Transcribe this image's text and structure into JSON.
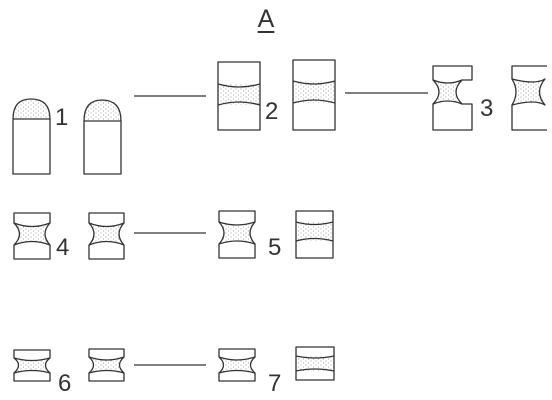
{
  "figure": {
    "title": "A",
    "stroke_color": "#333333",
    "stipple_color": "#777777",
    "stages": [
      {
        "label": "1"
      },
      {
        "label": "2"
      },
      {
        "label": "3"
      },
      {
        "label": "4"
      },
      {
        "label": "5"
      },
      {
        "label": "6"
      },
      {
        "label": "7"
      }
    ]
  }
}
